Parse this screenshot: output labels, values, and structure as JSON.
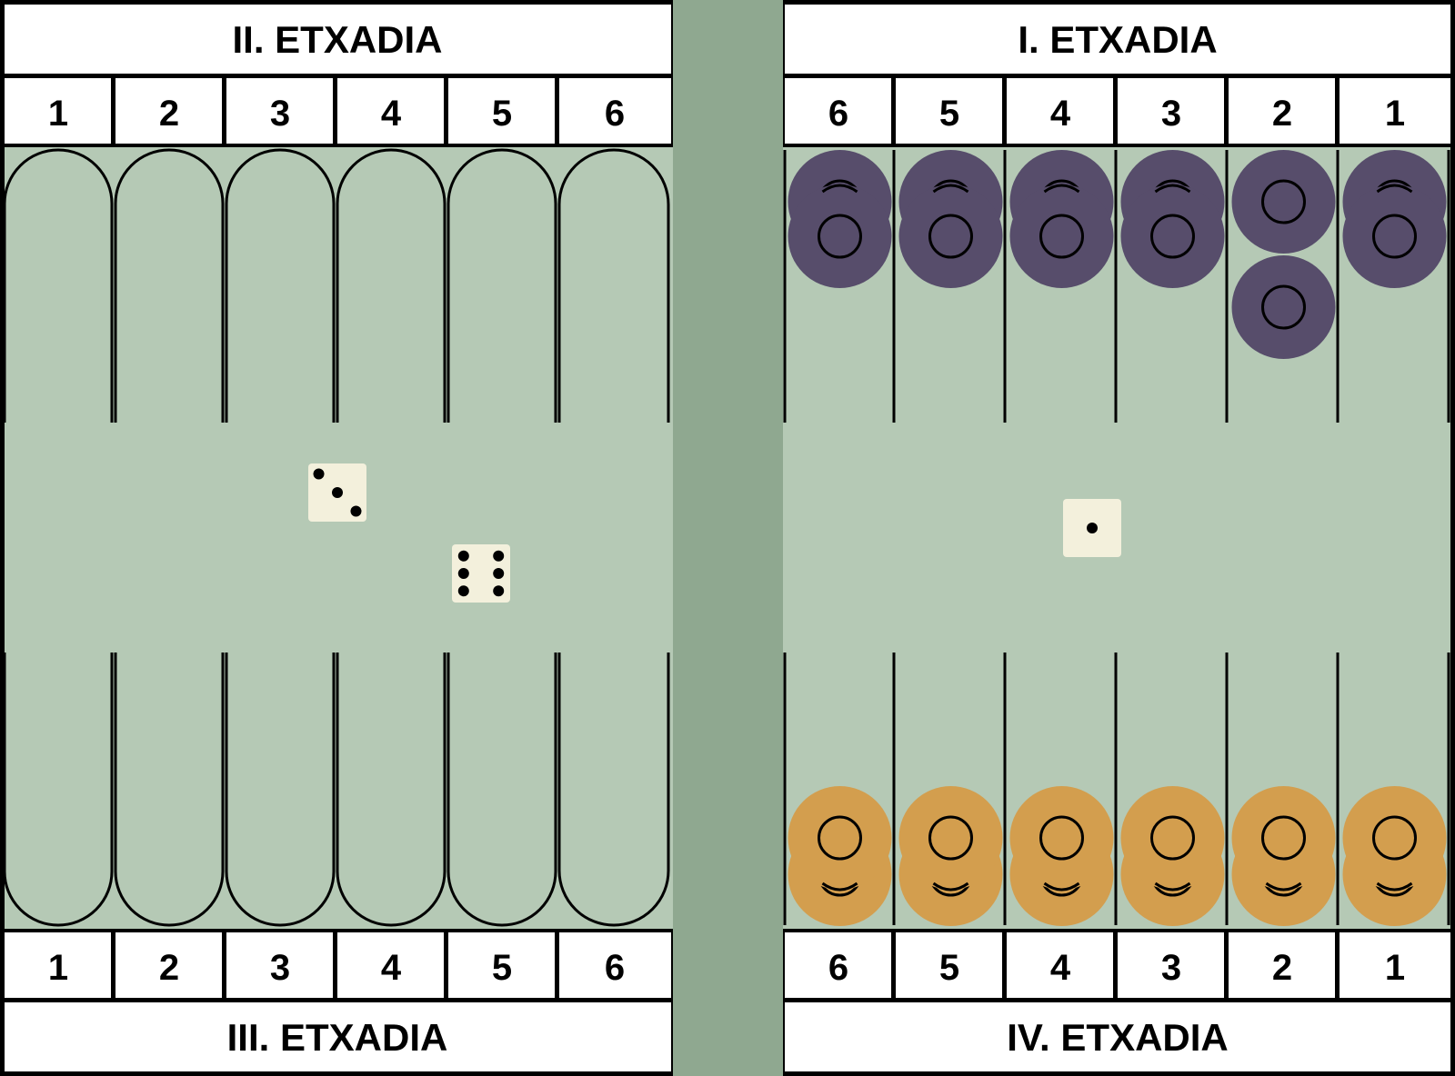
{
  "quadrants": {
    "top_left": {
      "title": "II. ETXADIA",
      "numbers": [
        "1",
        "2",
        "3",
        "4",
        "5",
        "6"
      ]
    },
    "top_right": {
      "title": "I. ETXADIA",
      "numbers": [
        "6",
        "5",
        "4",
        "3",
        "2",
        "1"
      ]
    },
    "bottom_left": {
      "title": "III. ETXADIA",
      "numbers": [
        "1",
        "2",
        "3",
        "4",
        "5",
        "6"
      ]
    },
    "bottom_right": {
      "title": "IV. ETXADIA",
      "numbers": [
        "6",
        "5",
        "4",
        "3",
        "2",
        "1"
      ]
    }
  },
  "checkers": {
    "top_right_purple_counts": [
      2,
      2,
      2,
      2,
      2,
      2
    ],
    "bottom_right_orange_counts": [
      2,
      2,
      2,
      2,
      2,
      2
    ]
  },
  "dice": [
    {
      "side": "left",
      "value": 3
    },
    {
      "side": "left",
      "value": 6
    },
    {
      "side": "right",
      "value": 1
    }
  ],
  "colors": {
    "board": "#b5c9b5",
    "bar": "#8fa890",
    "purple_checker": "#574d6b",
    "orange_checker": "#d39e4e",
    "die_face": "#f3f0dc"
  }
}
